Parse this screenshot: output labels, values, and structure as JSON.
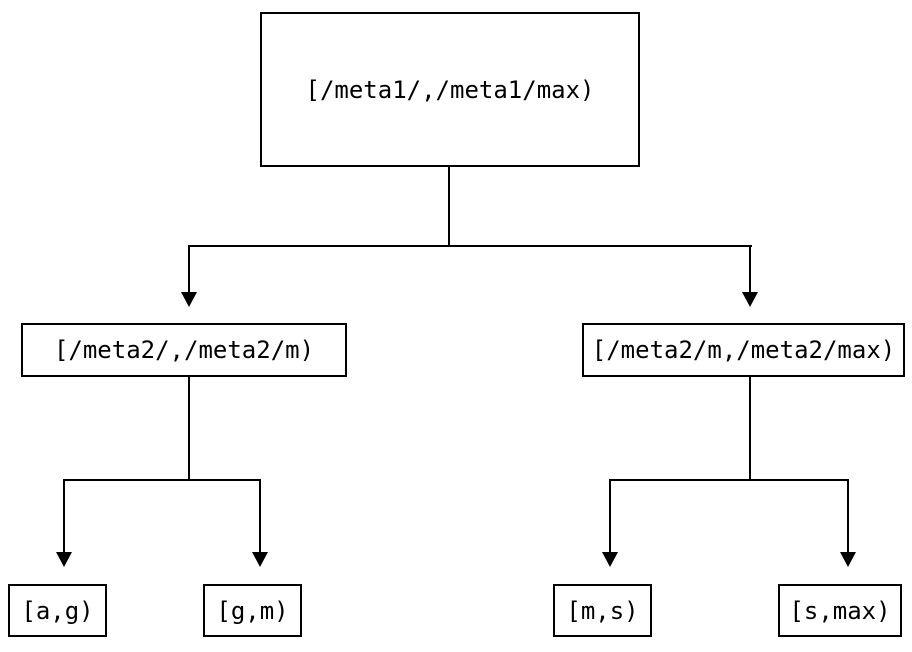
{
  "diagram": {
    "type": "tree",
    "root": {
      "label": "[/meta1/,/meta1/max)"
    },
    "level2": [
      {
        "label": "[/meta2/,/meta2/m)"
      },
      {
        "label": "[/meta2/m,/meta2/max)"
      }
    ],
    "leaves": [
      {
        "label": "[a,g)"
      },
      {
        "label": "[g,m)"
      },
      {
        "label": "[m,s)"
      },
      {
        "label": "[s,max)"
      }
    ],
    "colors": {
      "background": "#ffffff",
      "line": "#000000",
      "text": "#000000",
      "box_border": "#000000"
    }
  }
}
